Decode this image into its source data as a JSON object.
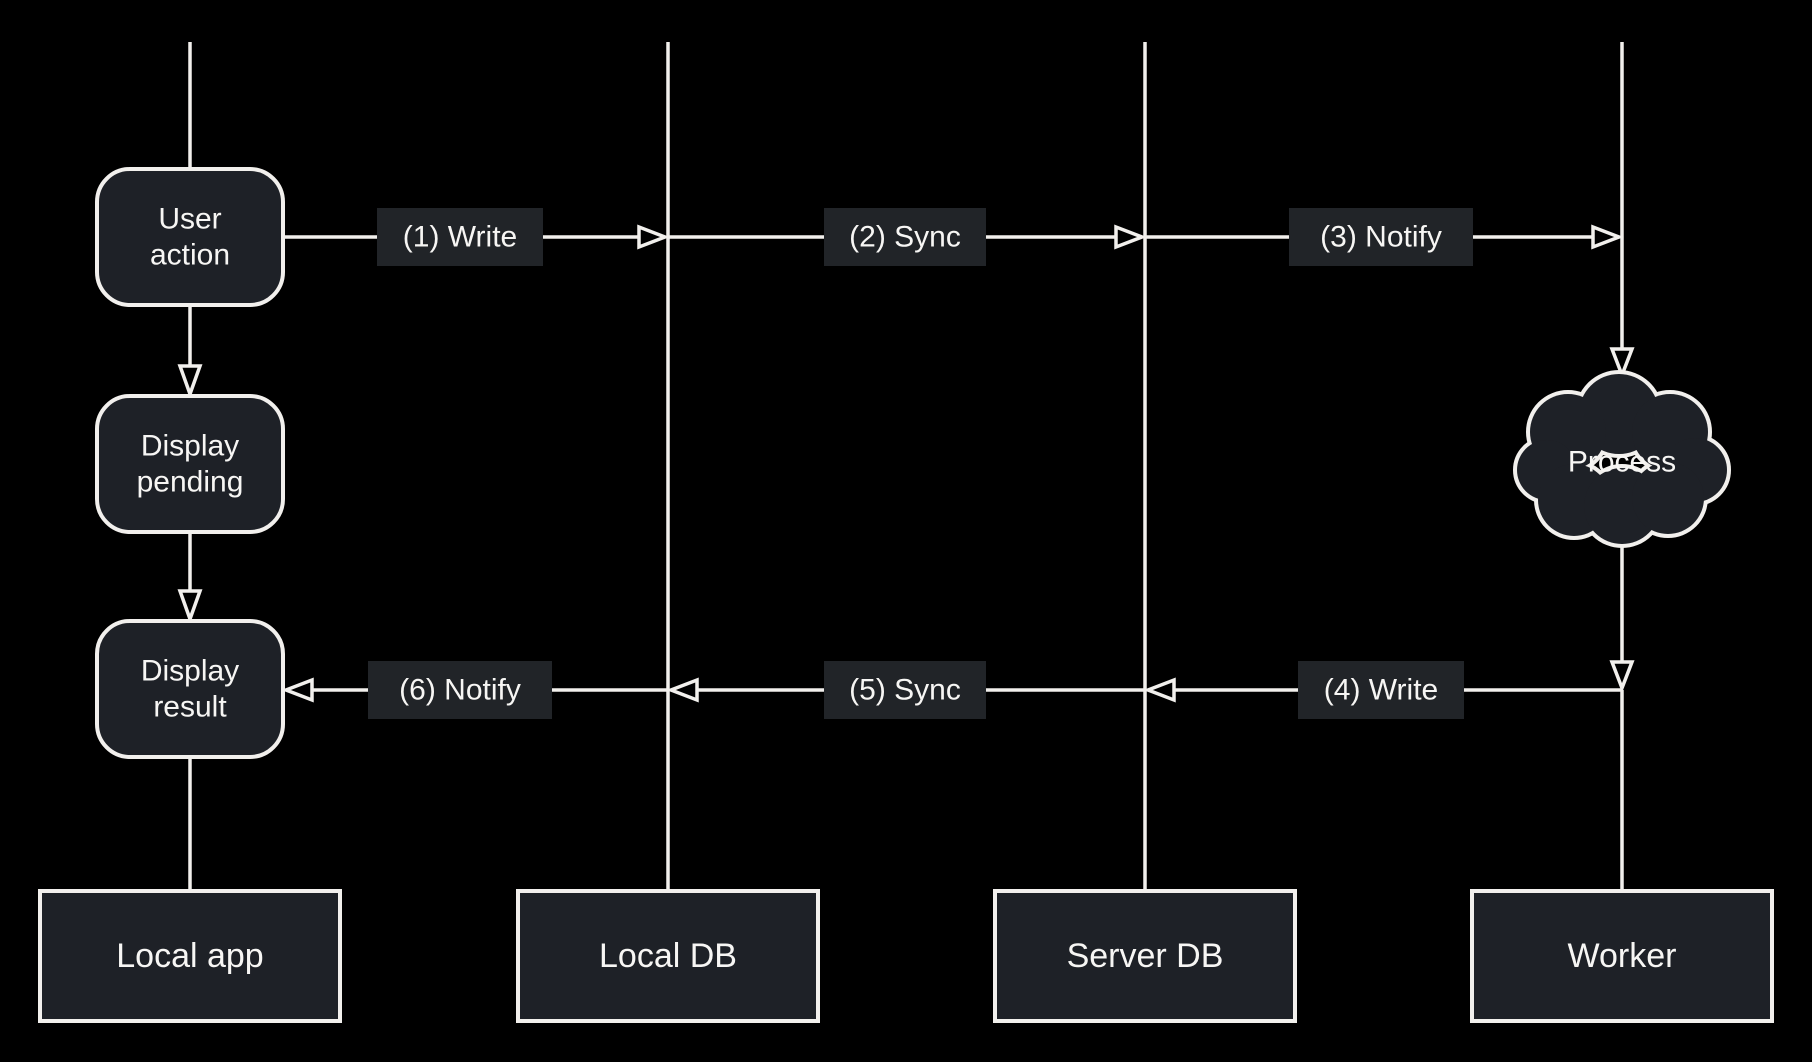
{
  "diagram": {
    "type": "sequence-flow-diagram",
    "colors": {
      "background": "#000000",
      "stroke": "#f2f0ed",
      "node_fill": "#1e2127",
      "badge_fill": "#212428",
      "text": "#f7f6f4"
    }
  },
  "lanes": [
    {
      "id": "local-app",
      "label": "Local app"
    },
    {
      "id": "local-db",
      "label": "Local DB"
    },
    {
      "id": "server-db",
      "label": "Server DB"
    },
    {
      "id": "worker",
      "label": "Worker"
    }
  ],
  "nodes": [
    {
      "id": "user-action",
      "label": "User action",
      "lines": [
        "User",
        "action"
      ]
    },
    {
      "id": "display-pending",
      "label": "Display pending",
      "lines": [
        "Display",
        "pending"
      ]
    },
    {
      "id": "display-result",
      "label": "Display result",
      "lines": [
        "Display",
        "result"
      ]
    }
  ],
  "cloud": {
    "id": "process",
    "label": "Process"
  },
  "arrows": [
    {
      "label": "(1) Write",
      "from": "Local app",
      "to": "Local DB",
      "direction": "right"
    },
    {
      "label": "(2) Sync",
      "from": "Local DB",
      "to": "Server DB",
      "direction": "right"
    },
    {
      "label": "(3) Notify",
      "from": "Server DB",
      "to": "Worker",
      "direction": "right"
    },
    {
      "label": "(4) Write",
      "from": "Worker",
      "to": "Server DB",
      "direction": "left"
    },
    {
      "label": "(5) Sync",
      "from": "Server DB",
      "to": "Local DB",
      "direction": "left"
    },
    {
      "label": "(6) Notify",
      "from": "Local DB",
      "to": "Display result",
      "direction": "left"
    }
  ]
}
